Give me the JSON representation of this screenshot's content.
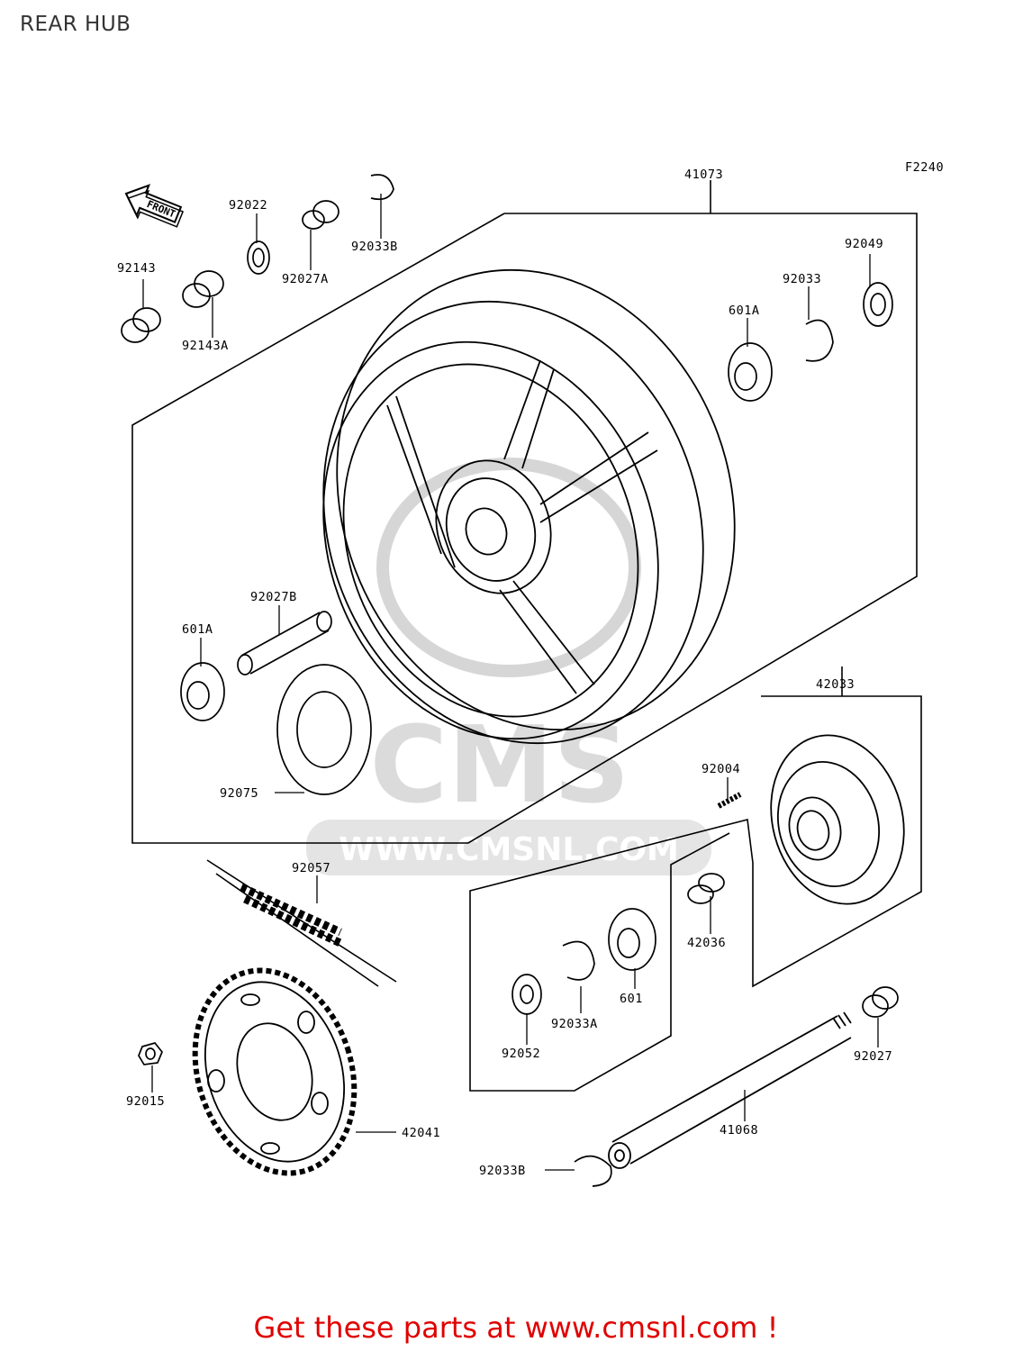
{
  "title": "REAR HUB",
  "figure_code": "F2240",
  "front_arrow_label": "FRONT",
  "watermark": {
    "logo": "CMS",
    "url": "WWW.CMSNL.COM"
  },
  "parts": [
    "41073",
    "92022",
    "92033B",
    "92027A",
    "92143",
    "92143A",
    "92049",
    "92033",
    "601A",
    "92027B",
    "601A",
    "42033",
    "92075",
    "92004",
    "92057",
    "42036",
    "601",
    "92033A",
    "92052",
    "92027",
    "92015",
    "42041",
    "41068",
    "92033B"
  ],
  "footer": "Get these parts at www.cmsnl.com !",
  "colors": {
    "line": "#000000",
    "footer": "#e00000",
    "watermark": "#bdbdbd"
  }
}
